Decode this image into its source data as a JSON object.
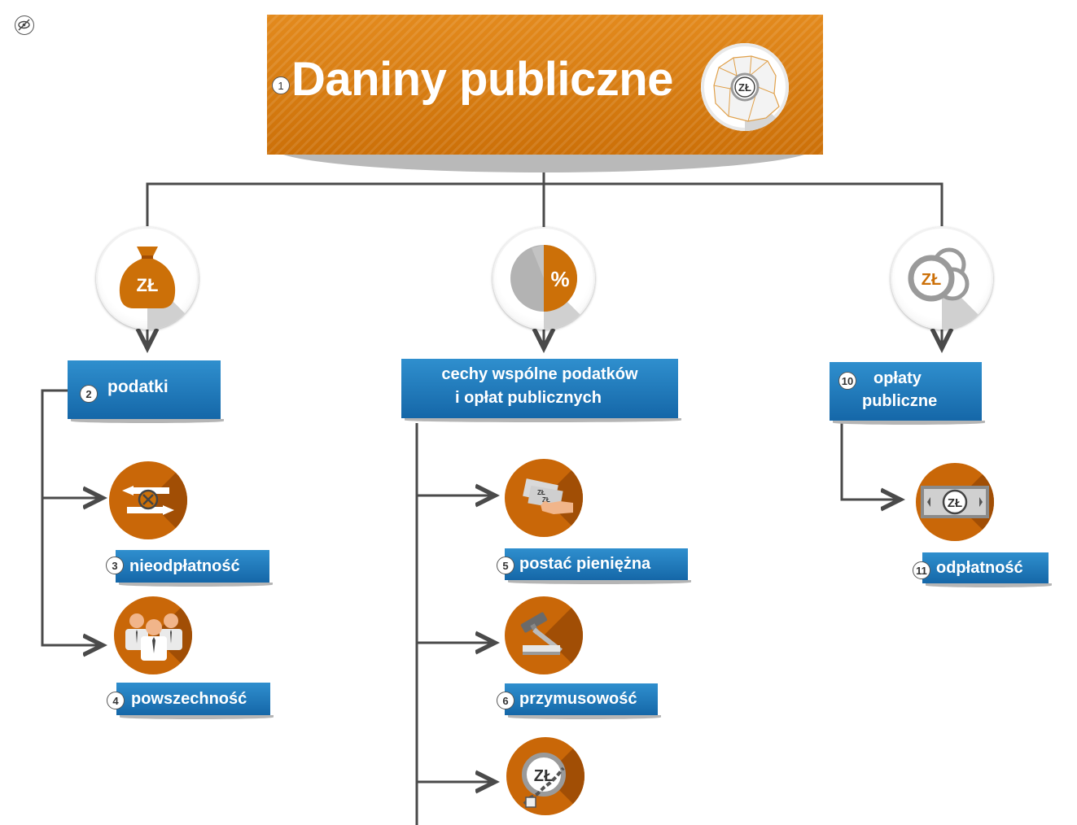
{
  "title": {
    "number": "1",
    "text": "Daniny publiczne",
    "medal_icon": "poland-map-coin-icon",
    "coin_text": "ZŁ"
  },
  "colors": {
    "orange": "#cc7008",
    "orange_dark": "#a14e05",
    "blue": "#1a6fb0",
    "line": "#4a4a4a"
  },
  "branches": {
    "podatki": {
      "number": "2",
      "label": "podatki",
      "icon": "money-bag-icon",
      "icon_text": "ZŁ"
    },
    "cechy": {
      "label_line1": "cechy wspólne podatków",
      "label_line2": "i opłat publicznych",
      "icon": "percent-pie-icon",
      "icon_text": "%"
    },
    "oplaty": {
      "number": "10",
      "label_line1": "opłaty",
      "label_line2": "publiczne",
      "icon": "coins-icon",
      "icon_text": "ZŁ"
    }
  },
  "features": {
    "nieodplatnosc": {
      "number": "3",
      "label": "nieodpłatność",
      "icon": "no-exchange-icon"
    },
    "powszechnosc": {
      "number": "4",
      "label": "powszechność",
      "icon": "people-icon"
    },
    "postac": {
      "number": "5",
      "label": "postać pieniężna",
      "icon": "cash-hand-icon"
    },
    "przymusowosc": {
      "number": "6",
      "label": "przymusowość",
      "icon": "gavel-icon"
    },
    "bezzwrotnosc": {
      "icon": "chained-coin-icon",
      "coin_text": "ZŁ"
    },
    "odplatnosc": {
      "number": "11",
      "label": "odpłatność",
      "icon": "banknote-icon",
      "coin_text": "ZŁ"
    }
  }
}
